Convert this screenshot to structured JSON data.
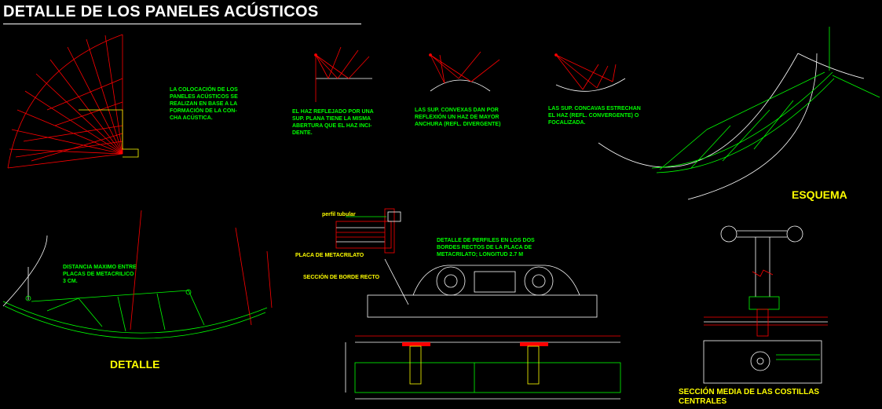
{
  "title": "DETALLE DE LOS PANELES ACÚSTICOS",
  "notes": {
    "coloc": "LA COLOCACIÓN DE LOS\nPANELES ACÚSTICOS SE\nREALIZAN EN BASE A LA\nFORMACIÓN DE LA CON-\nCHA ACÚSTICA.",
    "plana": "EL HAZ REFLEJADO POR UNA\nSUP. PLANA TIENE LA MISMA\nABERTURA QUE EL HAZ INCI-\nDENTE.",
    "convexa": "LAS SUP. CONVEXAS DAN POR\nREFLEXIÓN UN HAZ DE MAYOR\nANCHURA (REFL. DIVERGENTE)",
    "concava": "LAS SUP. CONCAVAS ESTRECHAN\nEL HAZ (REFL. CONVERGENTE) O\nFOCALIZADA.",
    "distancia": "DISTANCIA MAXIMO ENTRE\nPLACAS DE METACRILICO\n3 CM.",
    "perfiles": "DETALLE DE PERFILES EN LOS DOS\nBORDES RECTOS DE LA PLACA DE\nMETACRILATO; LONGITUD 2.7 M"
  },
  "labels": {
    "esquema": "ESQUEMA",
    "detalle": "DETALLE",
    "seccion_media": "SECCIÓN MEDIA DE LAS COSTILLAS\nCENTRALES",
    "perfil_tubular": "perfil tubular",
    "placa": "PLACA DE METACRILATO",
    "seccion_borde": "SECCIÓN DE BORDE RECTO"
  },
  "colors": {
    "red": "#ff0000",
    "green": "#00ff00",
    "yellow": "#ffff00",
    "white": "#ffffff",
    "background": "#000000"
  }
}
